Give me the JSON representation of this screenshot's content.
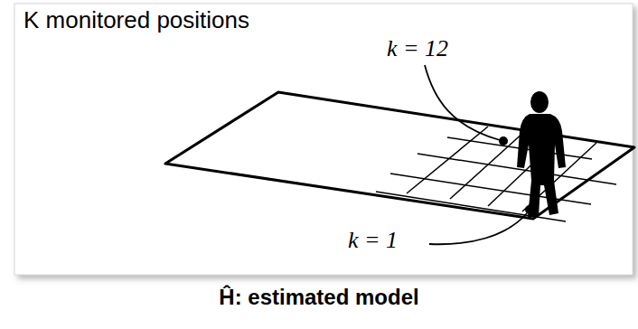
{
  "diagram": {
    "labels": [
      "K monitored positions",
      "k = 12",
      "k = 1",
      "Ĥ: estimated model"
    ]
  }
}
